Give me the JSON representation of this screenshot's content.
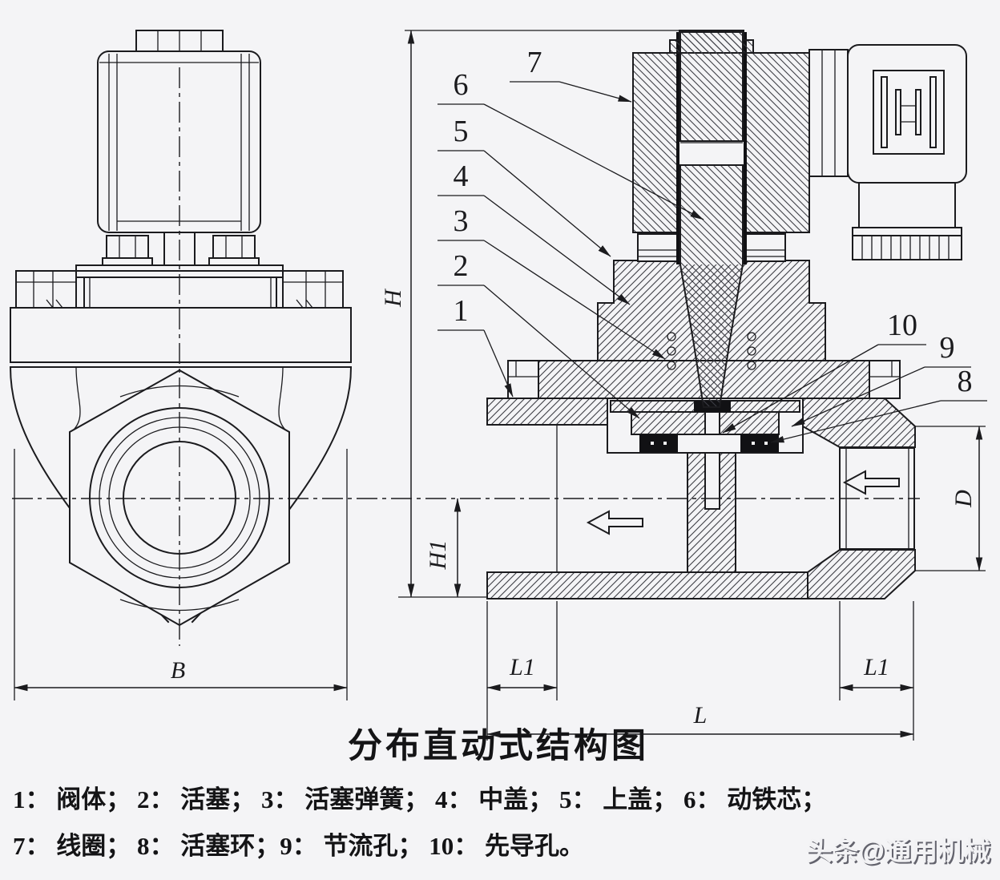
{
  "title": "分布直动式结构图",
  "legend": {
    "line1": "1： 阀体； 2： 活塞； 3： 活塞弹簧； 4： 中盖； 5： 上盖； 6： 动铁芯；",
    "line2": "7： 线圈； 8： 活塞环；9： 节流孔； 10： 先导孔。"
  },
  "parts": [
    {
      "num": "1",
      "name": "阀体"
    },
    {
      "num": "2",
      "name": "活塞"
    },
    {
      "num": "3",
      "name": "活塞弹簧"
    },
    {
      "num": "4",
      "name": "中盖"
    },
    {
      "num": "5",
      "name": "上盖"
    },
    {
      "num": "6",
      "name": "动铁芯"
    },
    {
      "num": "7",
      "name": "线圈"
    },
    {
      "num": "8",
      "name": "活塞环"
    },
    {
      "num": "9",
      "name": "节流孔"
    },
    {
      "num": "10",
      "name": "先导孔"
    }
  ],
  "callouts": {
    "c1": "1",
    "c2": "2",
    "c3": "3",
    "c4": "4",
    "c5": "5",
    "c6": "6",
    "c7": "7",
    "c8": "8",
    "c9": "9",
    "c10": "10"
  },
  "dims": {
    "H": "H",
    "H1": "H1",
    "B": "B",
    "L": "L",
    "L1_left": "L1",
    "L1_right": "L1",
    "D": "D"
  },
  "watermark": "头条@通用机械",
  "colors": {
    "line": "#1b1b1e",
    "background": "#f4f4f6",
    "seal": "#111114",
    "watermark_shadow": "#63636d"
  }
}
